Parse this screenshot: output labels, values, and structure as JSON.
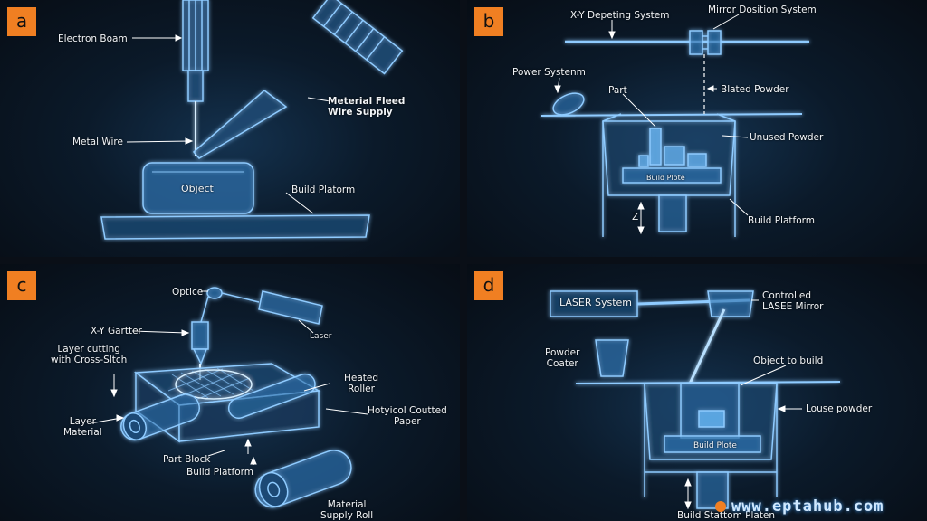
{
  "panels": {
    "a": {
      "badge": "a",
      "labels": {
        "electron_beam": "Electron Boam",
        "material_feed": "Meterial Fleed\nWire Supply",
        "metal_wire": "Metal Wire",
        "object": "Object",
        "build_platform": "Build Platorm"
      }
    },
    "b": {
      "badge": "b",
      "labels": {
        "xy_system": "X-Y Depeting System",
        "mirror_system": "Mirror Dosition System",
        "power_system": "Power Systenm",
        "part": "Part",
        "blasted_powder": "Blated Powder",
        "unused_powder": "Unused Powder",
        "build_plate": "Build Plote",
        "build_platform": "Build Platform",
        "z_axis": "Z"
      }
    },
    "c": {
      "badge": "c",
      "labels": {
        "optics": "Optice",
        "laser": "Laser",
        "xy_gantry": "X-Y Gartter",
        "layer_cutting": "Layer cutting\nwith Cross-Sltch",
        "heated_roller": "Heated\nRoller",
        "layer_material": "Layer\nMaterial",
        "coated_paper": "Hotyicol Coutted\nPaper",
        "part_block": "Part Block",
        "build_platform": "Build Platform",
        "supply_roll": "Material\nSupply Roll"
      }
    },
    "d": {
      "badge": "d",
      "labels": {
        "laser_system": "LASER System",
        "mirror": "Controlled\nLASEE Mirror",
        "powder_coater": "Powder\nCoater",
        "object_to_build": "Object to build",
        "loose_powder": "Louse powder",
        "build_plate": "Build Plote",
        "build_station": "Build Stattom Platen"
      }
    }
  },
  "watermark": "www.eptahub.com",
  "colors": {
    "glow": "#5fb4ff",
    "line": "#9fd4ff",
    "badge": "#f07f22",
    "text": "#f2f5f8"
  }
}
